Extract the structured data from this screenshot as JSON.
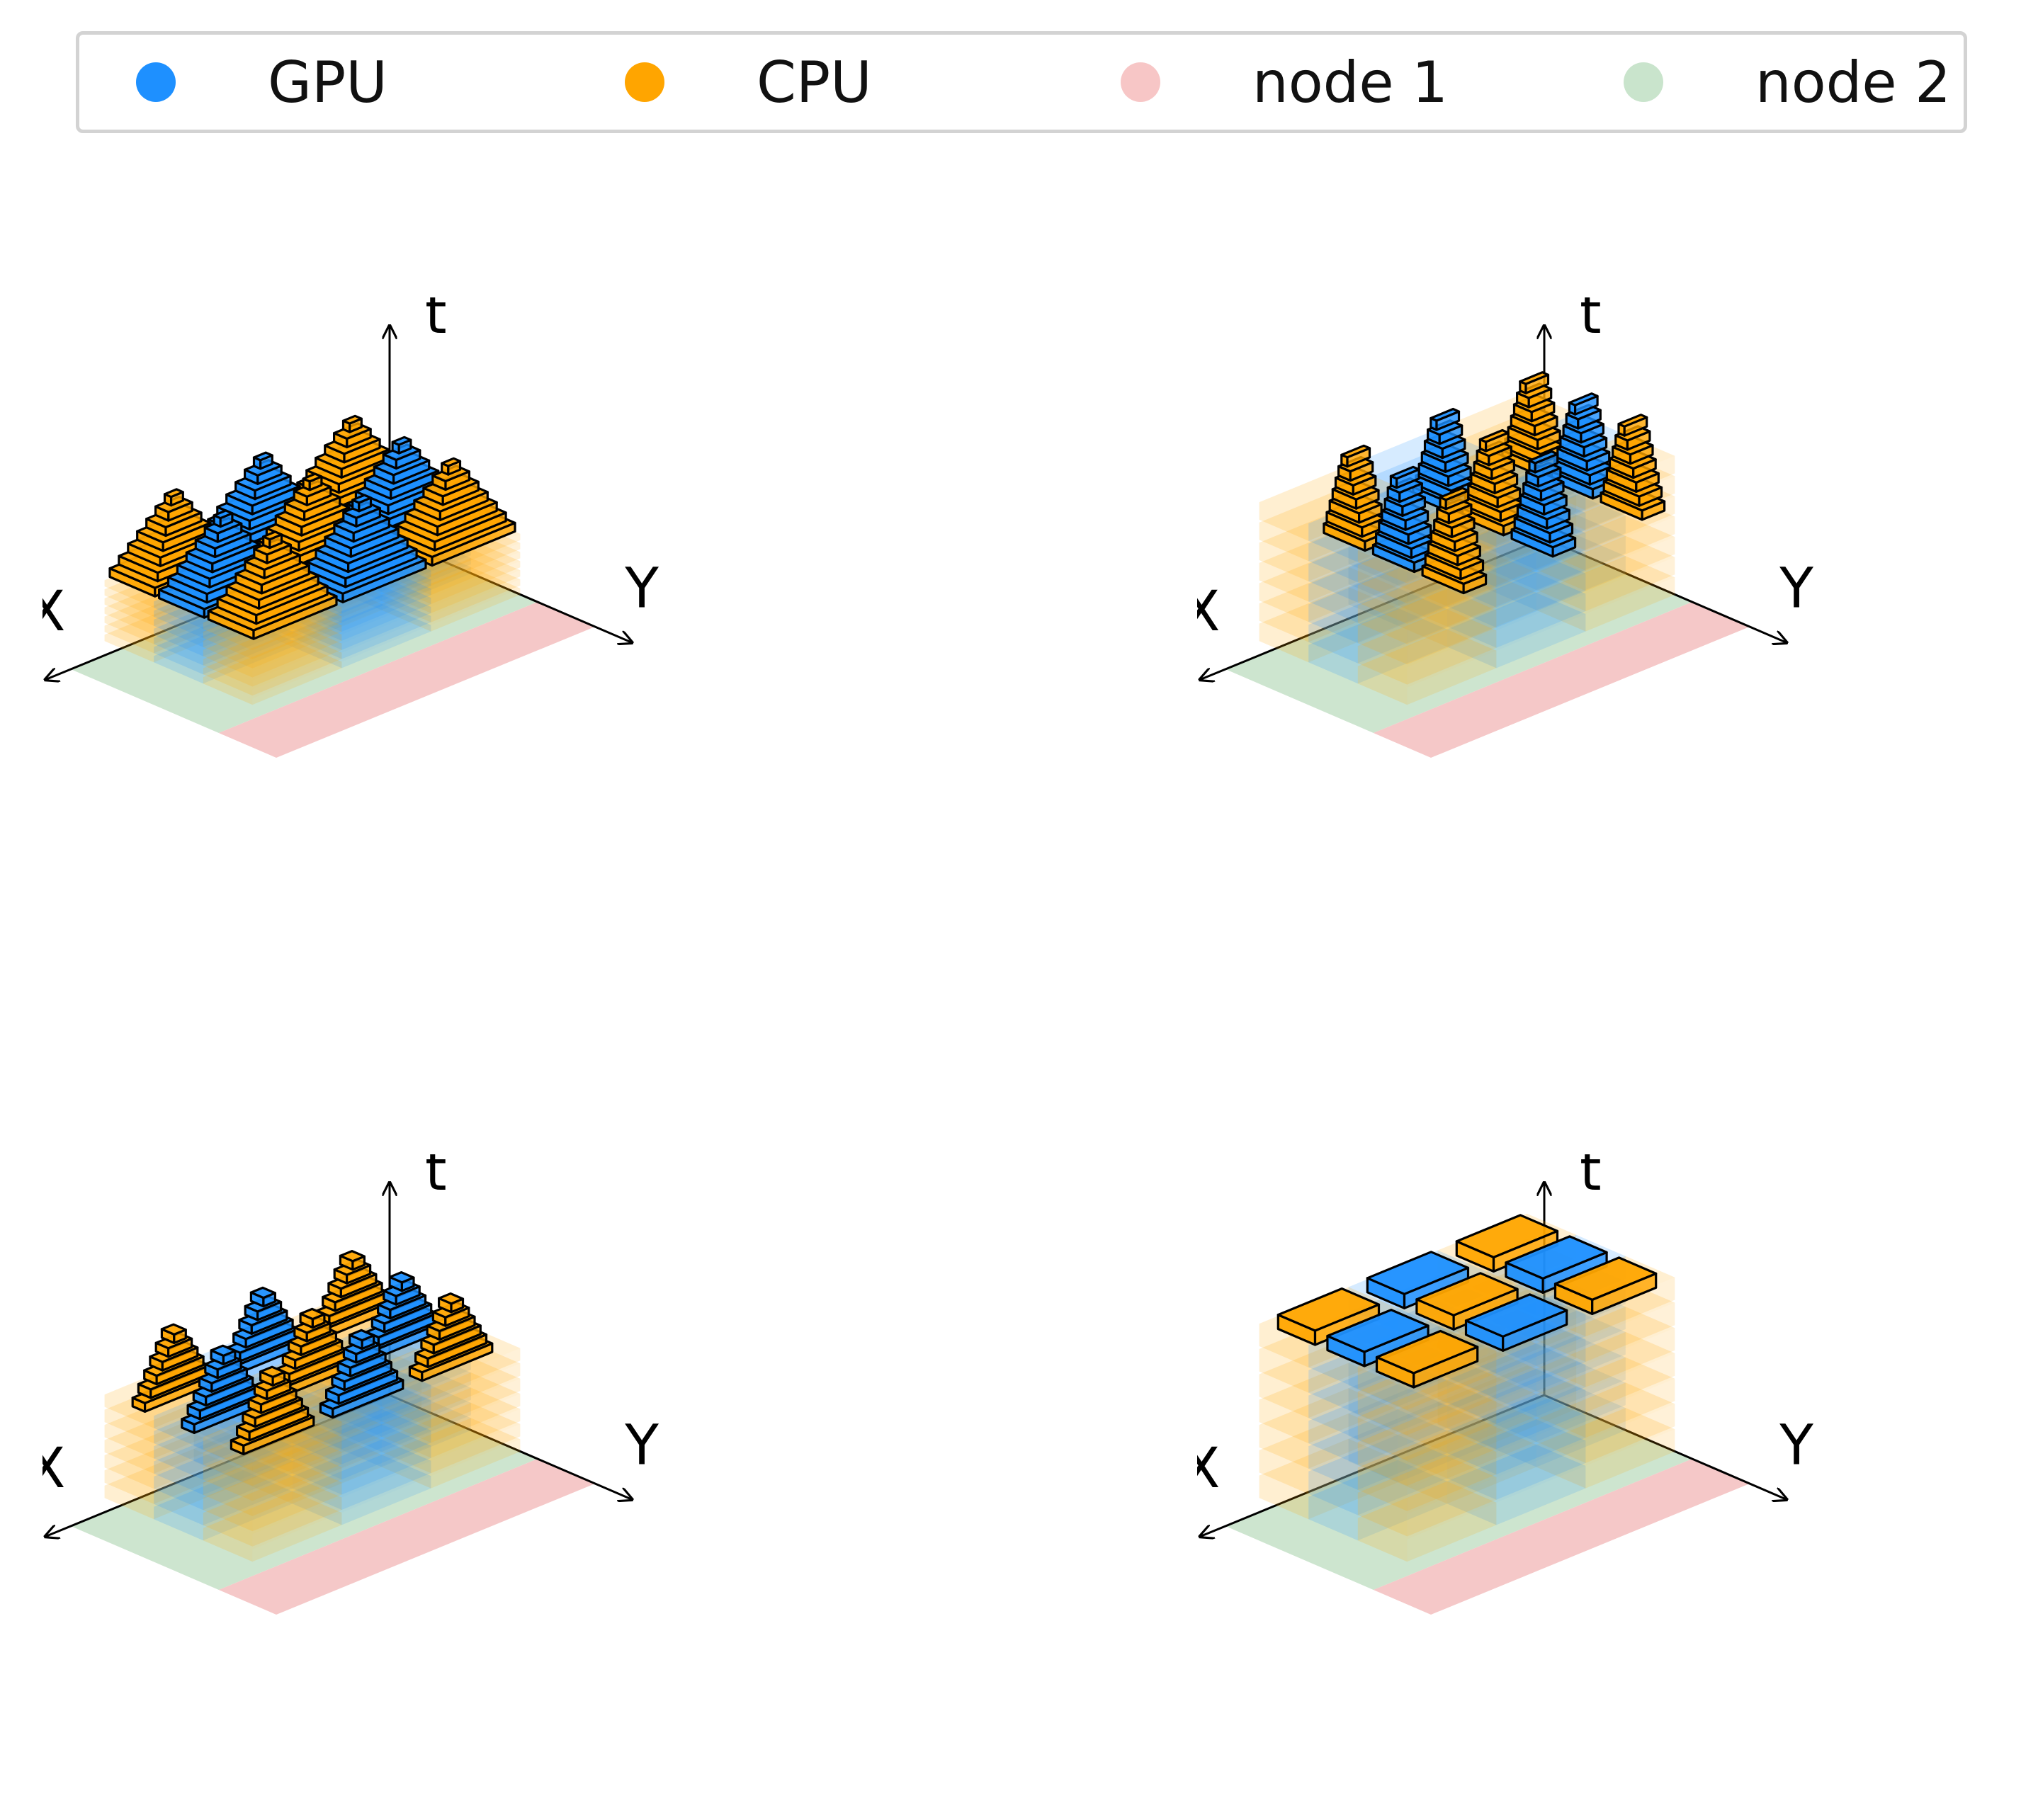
{
  "legend": {
    "items": [
      {
        "label": "GPU",
        "color": "#1e90ff"
      },
      {
        "label": "CPU",
        "color": "#ffa500"
      },
      {
        "label": "node 1",
        "color": "#f7c6c6"
      },
      {
        "label": "node 2",
        "color": "#c9e4cc"
      }
    ]
  },
  "colors": {
    "gpu": "#1e90ff",
    "cpu": "#ffa500",
    "node1": "#f5c8c8",
    "node2": "#cde5cf",
    "outline": "#000000"
  },
  "panels": [
    {
      "id": "top-left",
      "pattern": "pyramids",
      "axes": {
        "x": "X",
        "y": "Y",
        "t": "t"
      }
    },
    {
      "id": "top-right",
      "pattern": "wedges",
      "axes": {
        "x": "X",
        "y": "Y",
        "t": "t"
      }
    },
    {
      "id": "bottom-left",
      "pattern": "ridges",
      "axes": {
        "x": "X",
        "y": "Y",
        "t": "t"
      }
    },
    {
      "id": "bottom-right",
      "pattern": "slabs",
      "axes": {
        "x": "X",
        "y": "Y",
        "t": "t"
      }
    }
  ]
}
